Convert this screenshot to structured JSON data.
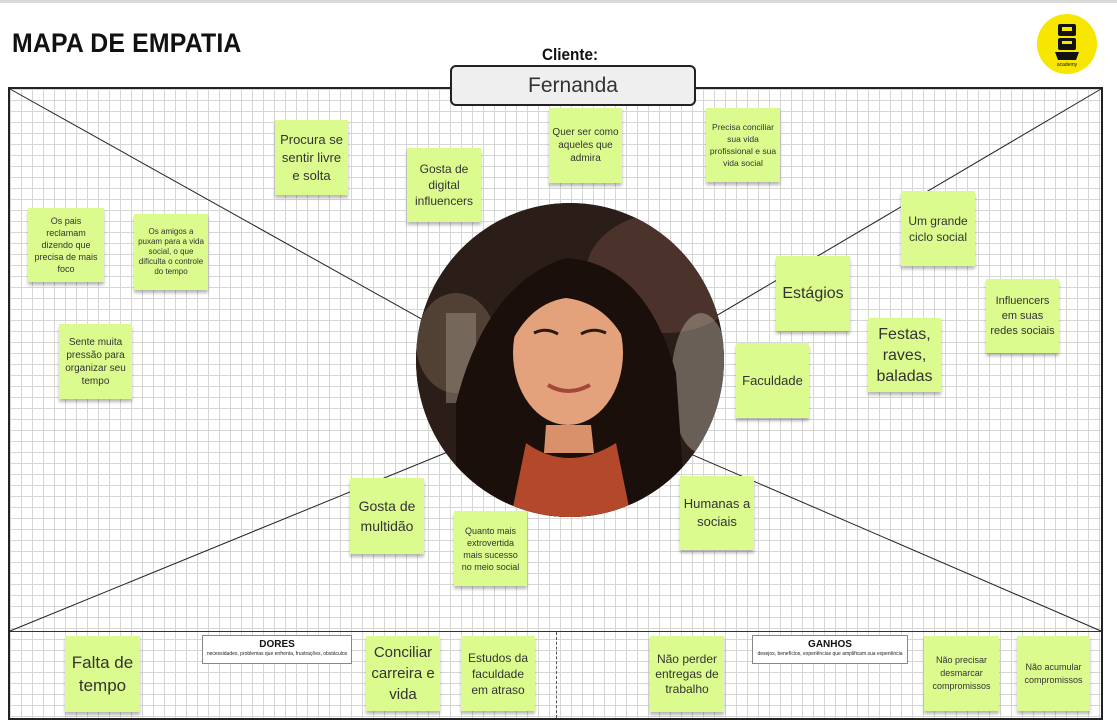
{
  "header": {
    "title": "MAPA DE EMPATIA",
    "client_label": "Cliente:",
    "client_name": "Fernanda"
  },
  "logo": {
    "icon": "academy-logo-icon",
    "text": "academy",
    "color": "#f7e600"
  },
  "photo": {
    "icon": "persona-photo"
  },
  "notes": {
    "pais": "Os pais reclamam dizendo que precisa de mais foco",
    "amigos": "Os amigos a puxam para a vida social, o que dificulta o controle do tempo",
    "pressao": "Sente muita pressão para organizar seu tempo",
    "livre": "Procura se sentir livre e solta",
    "influencers_gosta": "Gosta de digital influencers",
    "admira": "Quer ser como aqueles que admira",
    "conciliar_vida": "Precisa conciliar sua vida profissional e sua vida social",
    "ciclo": "Um grande ciclo social",
    "estagios": "Estágios",
    "influencers_redes": "Influencers em suas redes sociais",
    "festas": "Festas, raves, baladas",
    "faculdade": "Faculdade",
    "multidao": "Gosta de multidão",
    "extrovertida": "Quanto mais extrovertida mais sucesso no meio social",
    "humanas": "Humanas a sociais",
    "falta_tempo": "Falta de tempo",
    "conciliar_carreira": "Conciliar carreira e vida",
    "estudos": "Estudos da faculdade em atraso",
    "entregas": "Não perder entregas de trabalho",
    "desmarcar": "Não precisar desmarcar compromissos",
    "acumular": "Não acumular compromissos"
  },
  "sections": {
    "dores_title": "DORES",
    "dores_sub": "necessidades, problemas que enfrenta, frustrações, obstáculos",
    "ganhos_title": "GANHOS",
    "ganhos_sub": "desejos, benefícios, experiências que amplificam sua experiência"
  },
  "colors": {
    "note": "#dcfb8f",
    "logo": "#f7e600",
    "border": "#222222"
  }
}
